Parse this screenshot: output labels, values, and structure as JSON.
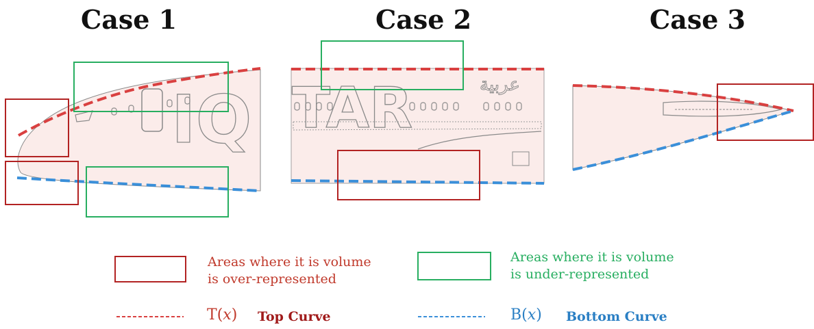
{
  "cases": [
    {
      "title": "Case 1"
    },
    {
      "title": "Case 2"
    },
    {
      "title": "Case 3"
    }
  ],
  "colors": {
    "over_box": "#b22222",
    "under_box": "#27ae60",
    "top_curve": "#d94040",
    "bottom_curve": "#3a8fd9",
    "fuselage_fill": "#fbecea",
    "fuselage_line": "#8a8a8a"
  },
  "fuselage_lettering": {
    "case1": "IQ",
    "case2": "TAR",
    "case2_arabic": "عربية"
  },
  "legend": {
    "over": {
      "line1": "Areas where it is volume",
      "line2": "is over-represented"
    },
    "under": {
      "line1": "Areas where it is volume",
      "line2": "is under-represented"
    },
    "top": {
      "symbol": "T",
      "var": "x",
      "label": "Top Curve"
    },
    "bottom": {
      "symbol": "B",
      "var": "x",
      "label": "Bottom Curve"
    }
  }
}
